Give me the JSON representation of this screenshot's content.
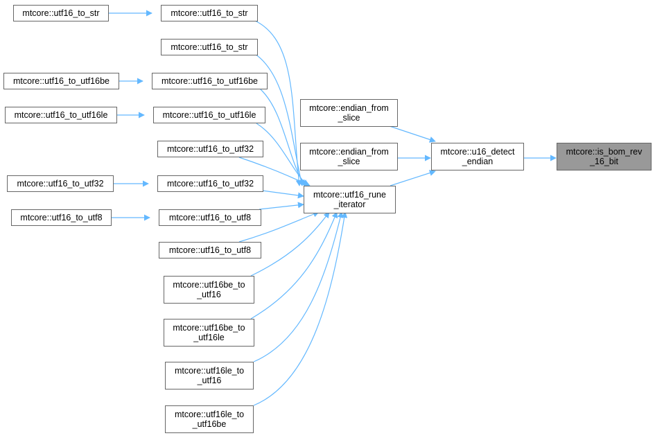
{
  "graph": {
    "edge_color": "#63b8ff",
    "highlight_fill": "#999999",
    "nodes": {
      "utf16_to_str_a_caller": "mtcore::utf16_to_str",
      "utf16_to_str_a": "mtcore::utf16_to_str",
      "utf16_to_str_b": "mtcore::utf16_to_str",
      "utf16_to_utf16be_caller": "mtcore::utf16_to_utf16be",
      "utf16_to_utf16be": "mtcore::utf16_to_utf16be",
      "utf16_to_utf16le_caller": "mtcore::utf16_to_utf16le",
      "utf16_to_utf16le": "mtcore::utf16_to_utf16le",
      "utf16_to_utf32_a": "mtcore::utf16_to_utf32",
      "utf16_to_utf32_caller": "mtcore::utf16_to_utf32",
      "utf16_to_utf32_b": "mtcore::utf16_to_utf32",
      "utf16_to_utf8_caller": "mtcore::utf16_to_utf8",
      "utf16_to_utf8_a": "mtcore::utf16_to_utf8",
      "utf16_to_utf8_b": "mtcore::utf16_to_utf8",
      "utf16be_to_utf16": [
        "mtcore::utf16be_to",
        "_utf16"
      ],
      "utf16be_to_utf16le": [
        "mtcore::utf16be_to",
        "_utf16le"
      ],
      "utf16le_to_utf16": [
        "mtcore::utf16le_to",
        "_utf16"
      ],
      "utf16le_to_utf16be": [
        "mtcore::utf16le_to",
        "_utf16be"
      ],
      "endian_from_slice_a": [
        "mtcore::endian_from",
        "_slice"
      ],
      "endian_from_slice_b": [
        "mtcore::endian_from",
        "_slice"
      ],
      "utf16_rune_iterator": [
        "mtcore::utf16_rune",
        "_iterator"
      ],
      "u16_detect_endian": [
        "mtcore::u16_detect",
        "_endian"
      ],
      "is_bom_rev_16_bit": [
        "mtcore::is_bom_rev",
        "_16_bit"
      ]
    }
  }
}
